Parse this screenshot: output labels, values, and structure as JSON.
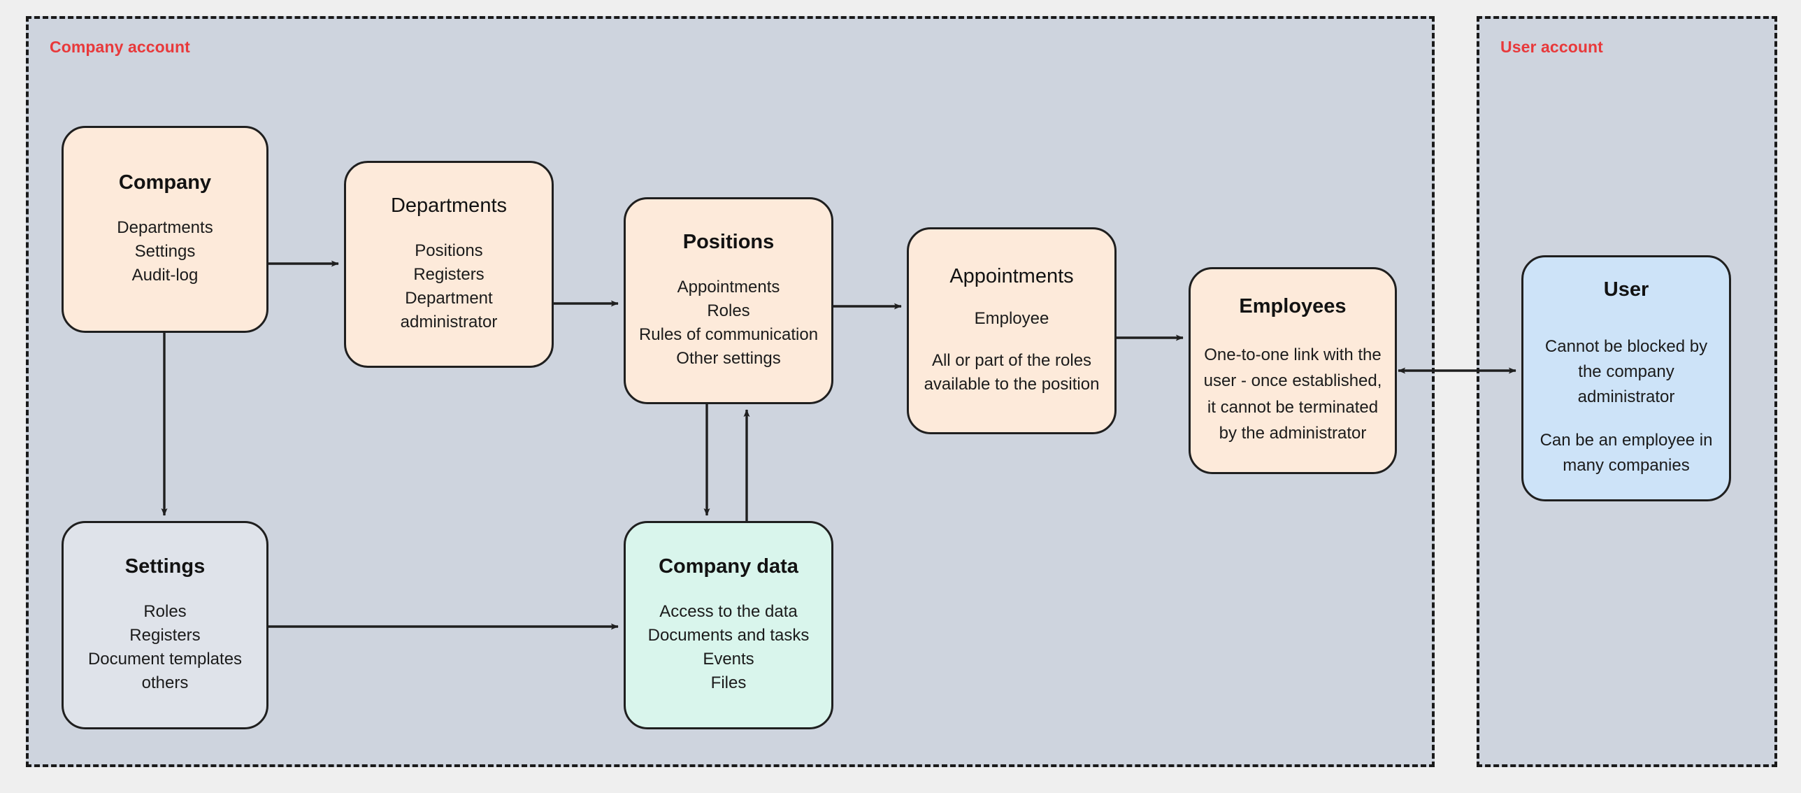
{
  "zones": [
    {
      "id": "company-account",
      "label": "Company account"
    },
    {
      "id": "user-account",
      "label": "User account"
    }
  ],
  "colors": {
    "zone_fill": "#ced4de",
    "zone_border": "#1a1a1a",
    "zone_label": "#e8393b",
    "node_border": "#1f1f1f",
    "peach": "#fdeada",
    "grey": "#dfe3ea",
    "mint": "#d9f5ec",
    "blue": "#cde3f8",
    "page_background": "#efefef",
    "edge": "#1f1f1f"
  },
  "nodes": {
    "company": {
      "title": "Company",
      "title_bold": true,
      "fill": "peach",
      "lines": [
        "Departments",
        "Settings",
        "Audit-log"
      ]
    },
    "departments": {
      "title": "Departments",
      "title_bold": false,
      "fill": "peach",
      "lines": [
        "Positions",
        "Registers",
        "Department administrator"
      ]
    },
    "positions": {
      "title": "Positions",
      "title_bold": true,
      "fill": "peach",
      "lines": [
        "Appointments",
        "Roles",
        "Rules of communication",
        "Other settings"
      ]
    },
    "appointments": {
      "title": "Appointments",
      "title_bold": false,
      "fill": "peach",
      "lines": [
        "Employee"
      ],
      "paragraph": "All or part of the roles available to the position"
    },
    "employees": {
      "title": "Employees",
      "title_bold": true,
      "fill": "peach",
      "paragraph": "One-to-one link with the user - once established, it cannot be terminated by the administrator"
    },
    "user": {
      "title": "User",
      "title_bold": true,
      "fill": "blue",
      "paragraph": "Cannot be blocked by the company administrator",
      "paragraph2": "Can be an employee in many companies"
    },
    "settings": {
      "title": "Settings",
      "title_bold": true,
      "fill": "grey",
      "lines": [
        "Roles",
        "Registers",
        "Document templates",
        "others"
      ]
    },
    "company_data": {
      "title": "Company data",
      "title_bold": true,
      "fill": "mint",
      "lines": [
        "Access to the data",
        "Documents and tasks",
        "Events",
        "Files"
      ]
    }
  },
  "edges": [
    {
      "from": "company",
      "to": "departments",
      "direction": "one-way"
    },
    {
      "from": "departments",
      "to": "positions",
      "direction": "one-way"
    },
    {
      "from": "positions",
      "to": "appointments",
      "direction": "one-way"
    },
    {
      "from": "appointments",
      "to": "employees",
      "direction": "one-way"
    },
    {
      "from": "employees",
      "to": "user",
      "direction": "two-way"
    },
    {
      "from": "company",
      "to": "settings",
      "direction": "one-way"
    },
    {
      "from": "settings",
      "to": "company_data",
      "direction": "one-way"
    },
    {
      "from": "positions",
      "to": "company_data",
      "direction": "one-way"
    },
    {
      "from": "company_data",
      "to": "positions",
      "direction": "one-way"
    }
  ]
}
